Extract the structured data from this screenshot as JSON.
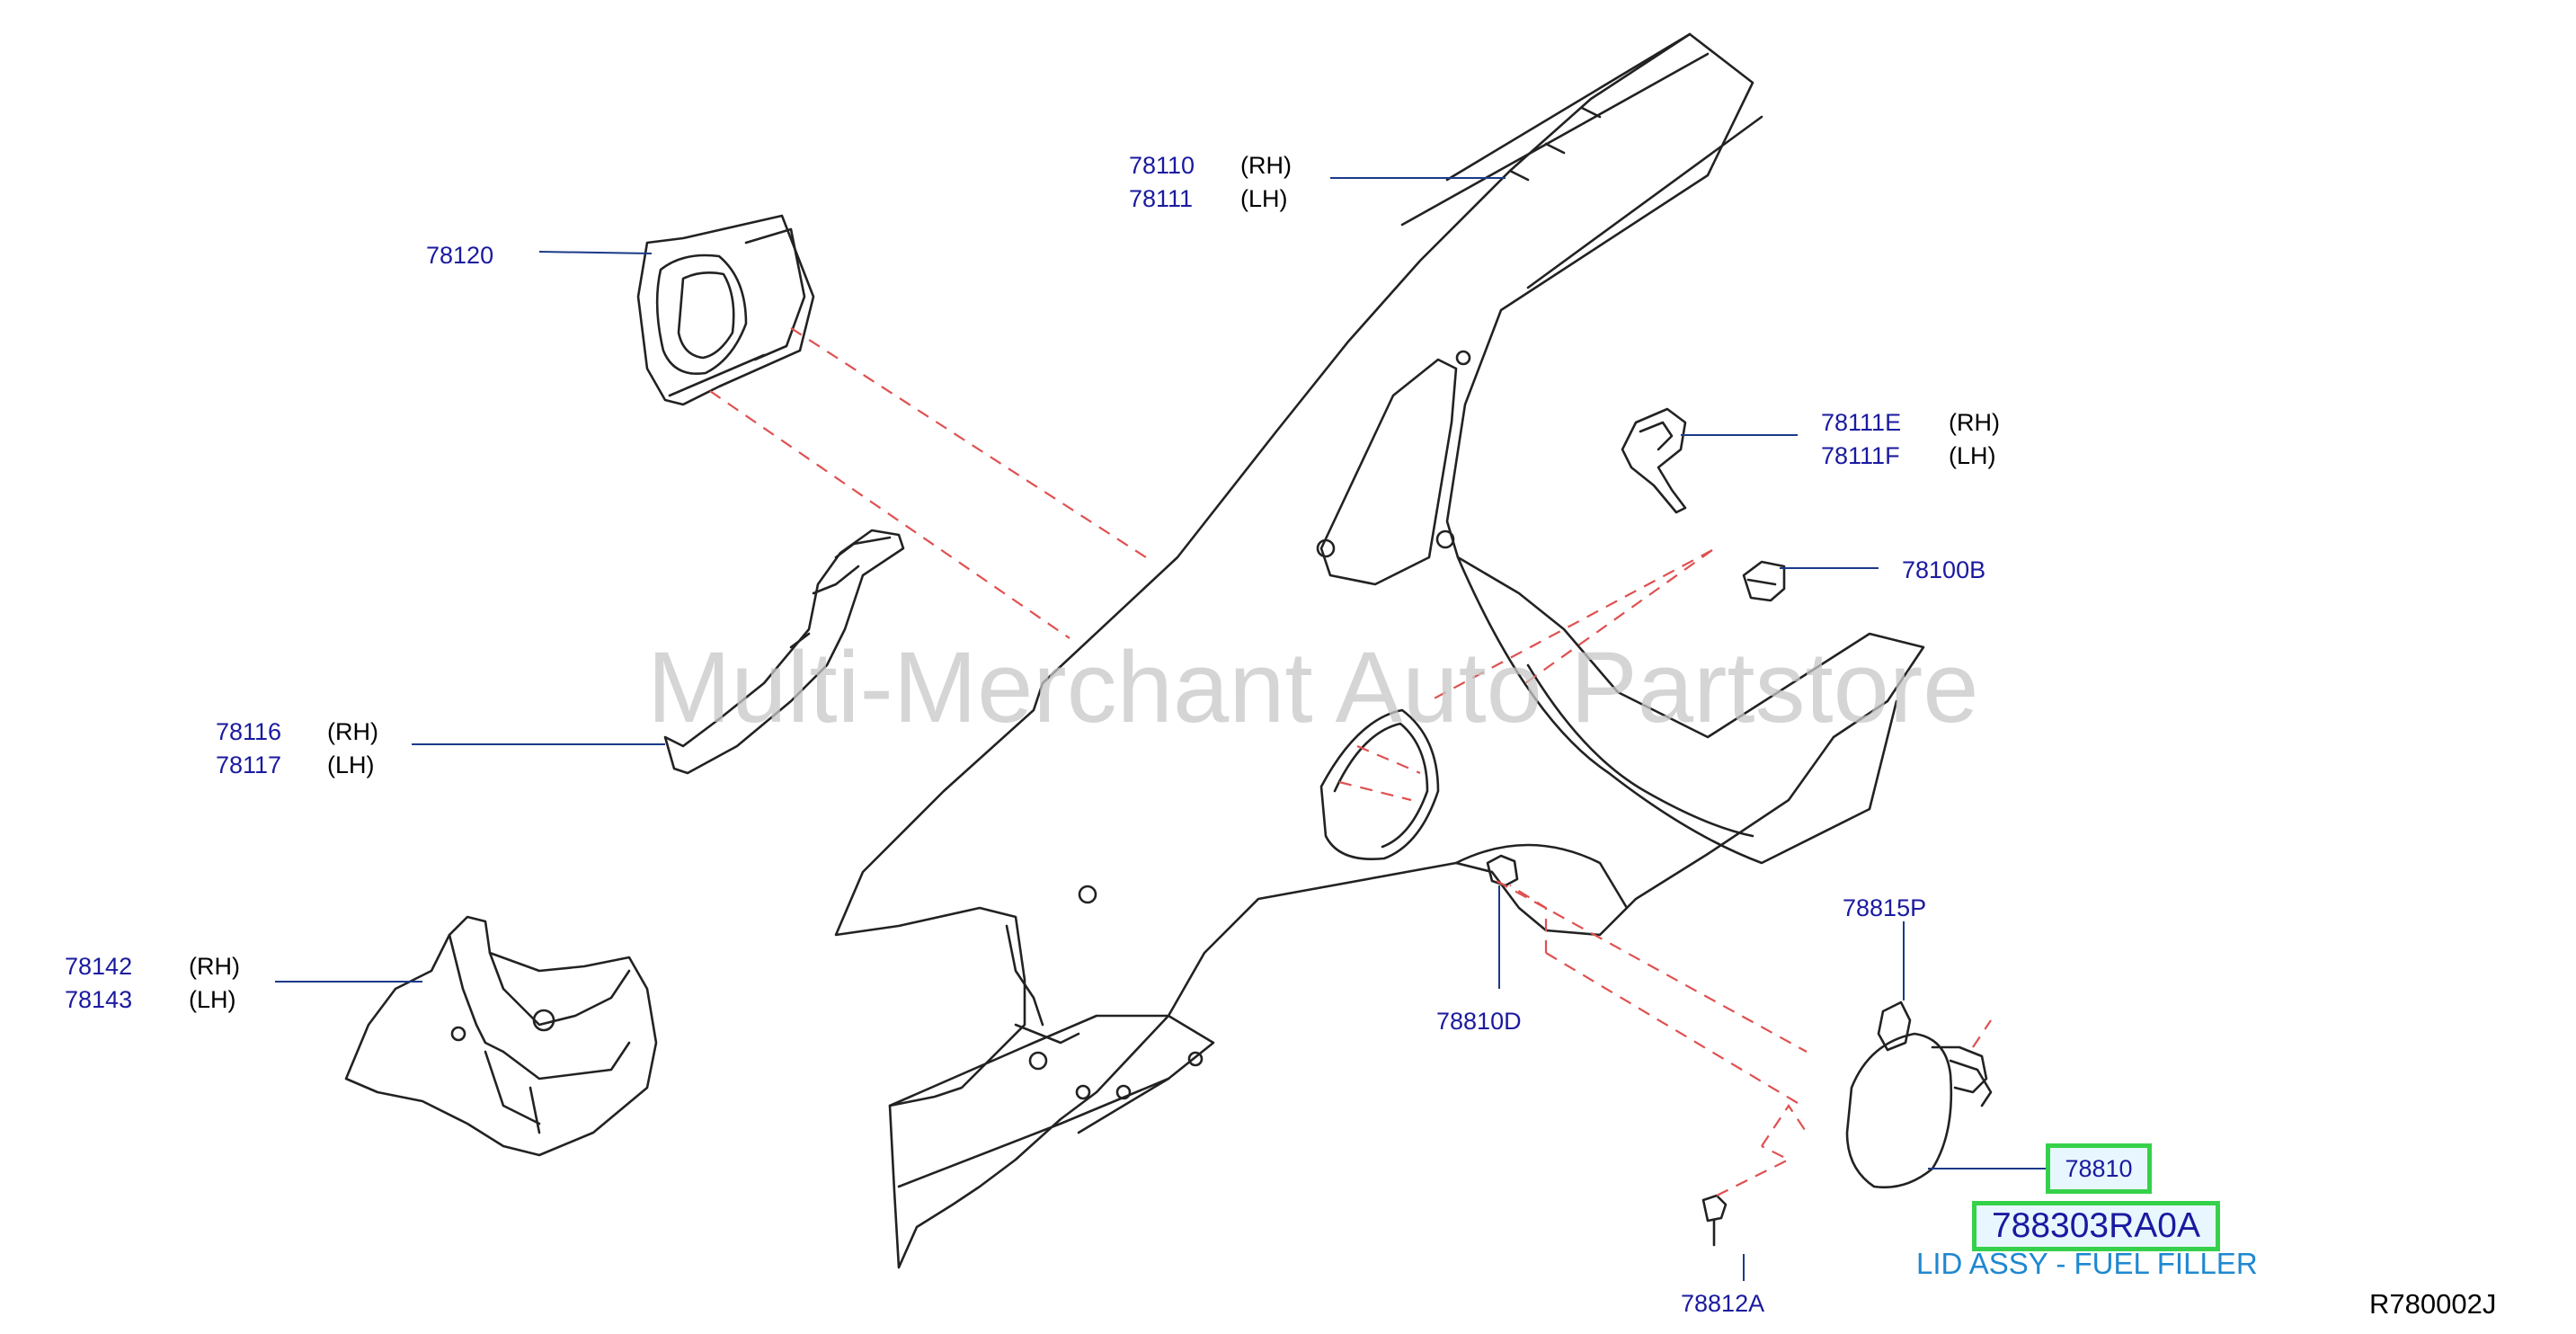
{
  "watermark": "Multi-Merchant Auto Partstore",
  "callouts": {
    "c78110": {
      "rh_pn": "78110",
      "rh_side": "(RH)",
      "lh_pn": "78111",
      "lh_side": "(LH)"
    },
    "c78120": {
      "pn": "78120"
    },
    "c78111E": {
      "rh_pn": "78111E",
      "rh_side": "(RH)",
      "lh_pn": "78111F",
      "lh_side": "(LH)"
    },
    "c78100B": {
      "pn": "78100B"
    },
    "c78116": {
      "rh_pn": "78116",
      "rh_side": "(RH)",
      "lh_pn": "78117",
      "lh_side": "(LH)"
    },
    "c78142": {
      "rh_pn": "78142",
      "rh_side": "(RH)",
      "lh_pn": "78143",
      "lh_side": "(LH)"
    },
    "c78815P": {
      "pn": "78815P"
    },
    "c78810D": {
      "pn": "78810D"
    },
    "c78812A": {
      "pn": "78812A"
    }
  },
  "highlight": {
    "ref_number": "78810",
    "part_number": "788303RA0A",
    "description": "LID ASSY - FUEL FILLER"
  },
  "diagram_ref": "R780002J",
  "colors": {
    "callout_text": "#1a1aa0",
    "leader_line": "#1a3a8a",
    "dash_line": "#e05050",
    "highlight_border": "#35d14a",
    "description_text": "#1e88d0"
  }
}
